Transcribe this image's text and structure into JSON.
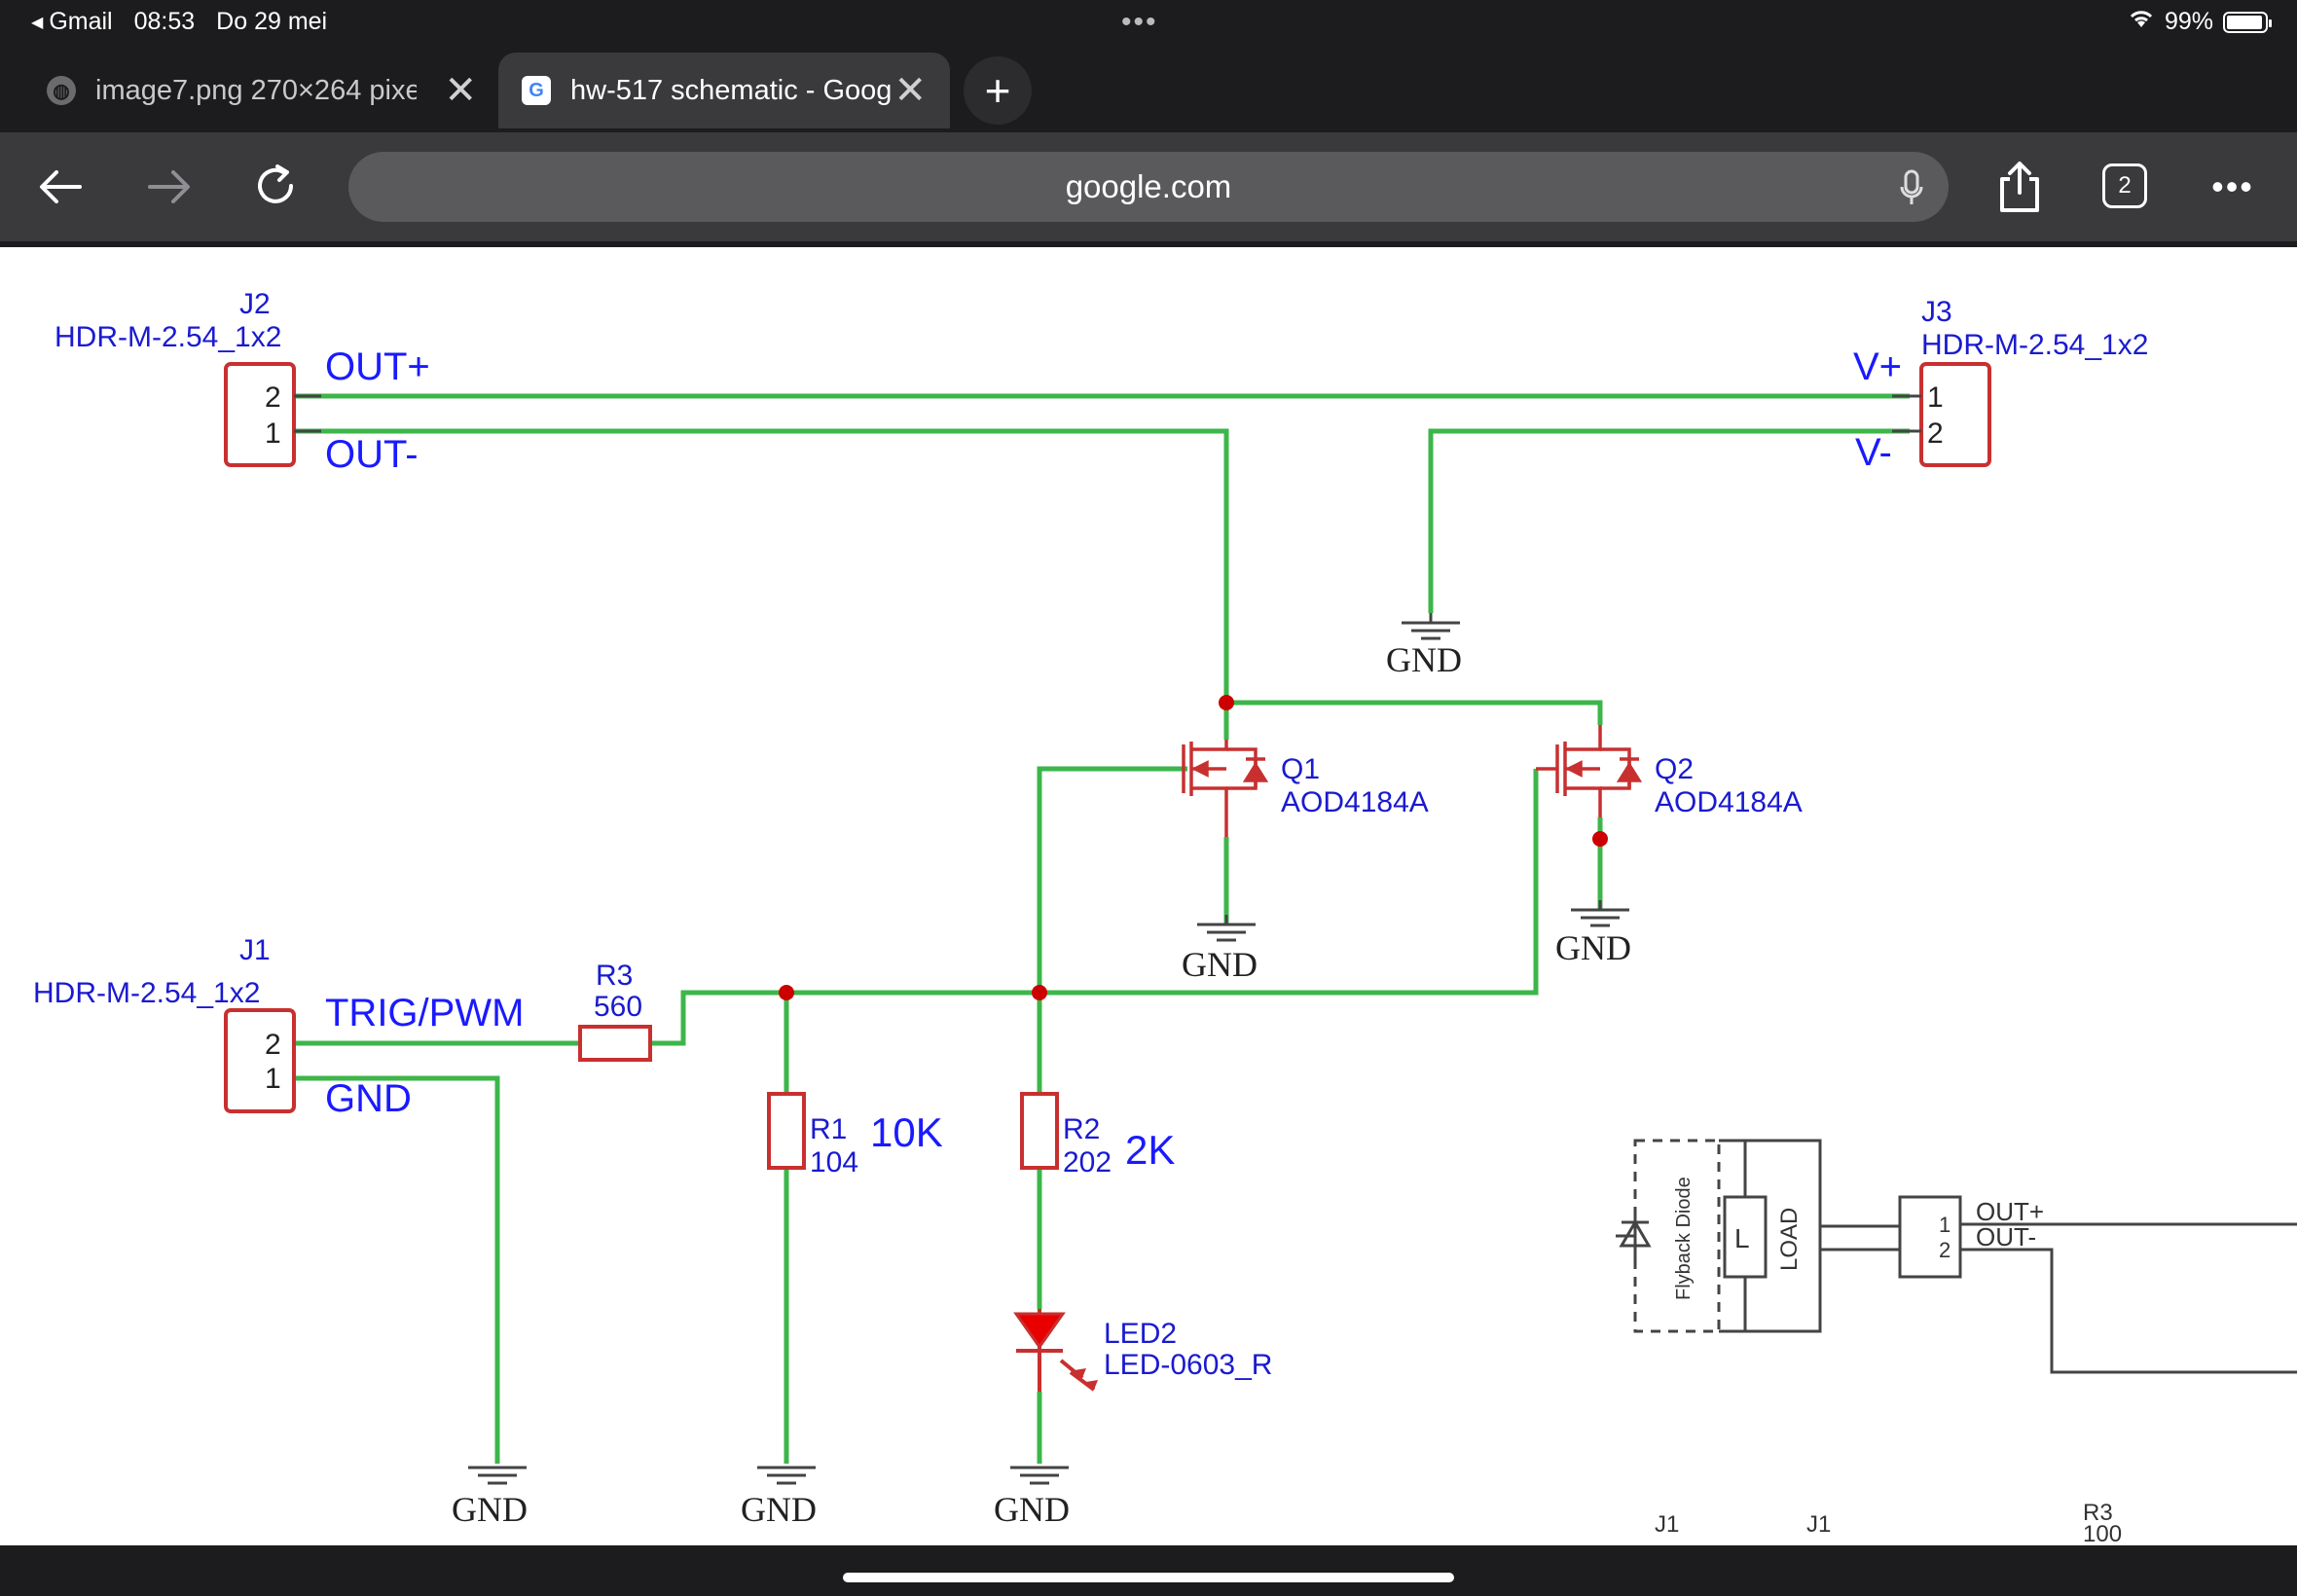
{
  "status": {
    "back_app": "Gmail",
    "time": "08:53",
    "date": "Do 29 mei",
    "battery": "99%"
  },
  "tabs": [
    {
      "title": "image7.png 270×264 pixels",
      "active": false,
      "icon": "globe-icon"
    },
    {
      "title": "hw-517 schematic - Google",
      "active": true,
      "icon": "google-icon"
    }
  ],
  "toolbar": {
    "url": "google.com",
    "tab_count": "2"
  },
  "schematic": {
    "j2": {
      "ref": "J2",
      "part": "HDR-M-2.54_1x2",
      "pin_top": "2",
      "pin_bottom": "1",
      "net_top": "OUT+",
      "net_bottom": "OUT-"
    },
    "j3": {
      "ref": "J3",
      "part": "HDR-M-2.54_1x2",
      "pin_top": "1",
      "pin_bottom": "2",
      "net_top": "V+",
      "net_bottom": "V-"
    },
    "j1": {
      "ref": "J1",
      "part": "HDR-M-2.54_1x2",
      "pin_top": "2",
      "pin_bottom": "1",
      "net_top": "TRIG/PWM",
      "net_bottom": "GND"
    },
    "q1": {
      "ref": "Q1",
      "part": "AOD4184A"
    },
    "q2": {
      "ref": "Q2",
      "part": "AOD4184A"
    },
    "r1": {
      "ref": "R1",
      "value": "104",
      "note": "10K"
    },
    "r2": {
      "ref": "R2",
      "value": "202",
      "note": "2K"
    },
    "r3": {
      "ref": "R3",
      "value": "560"
    },
    "led": {
      "ref": "LED2",
      "part": "LED-0603_R"
    },
    "gnd": "GND",
    "inset": {
      "flyback": "Flyback Diode",
      "l": "L",
      "load": "LOAD",
      "pin1": "1",
      "pin2": "2",
      "out_plus": "OUT+",
      "out_minus": "OUT-",
      "j1a": "J1",
      "j1b": "J1",
      "r3": "R3",
      "r3v": "100"
    }
  }
}
